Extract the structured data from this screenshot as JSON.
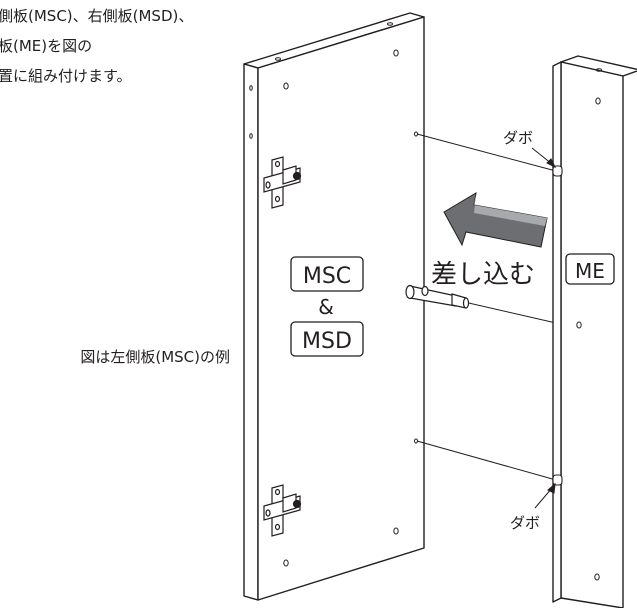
{
  "instructions": {
    "line1": "側板(MSC)、右側板(MSD)、",
    "line2": "板(ME)を図の",
    "line3": "置に組み付けます。"
  },
  "caption": "図は左側板(MSC)の例",
  "labels": {
    "left_panel_top": "MSC",
    "left_panel_amp": "&",
    "left_panel_bottom": "MSD",
    "right_panel": "ME",
    "insert_action": "差し込む",
    "dowel_top": "ダボ",
    "dowel_bottom": "ダボ"
  },
  "colors": {
    "line": "#231f20",
    "arrow_fill": "#6d6e71",
    "arrow_fill_light": "#a7a9ac",
    "background": "#ffffff"
  }
}
